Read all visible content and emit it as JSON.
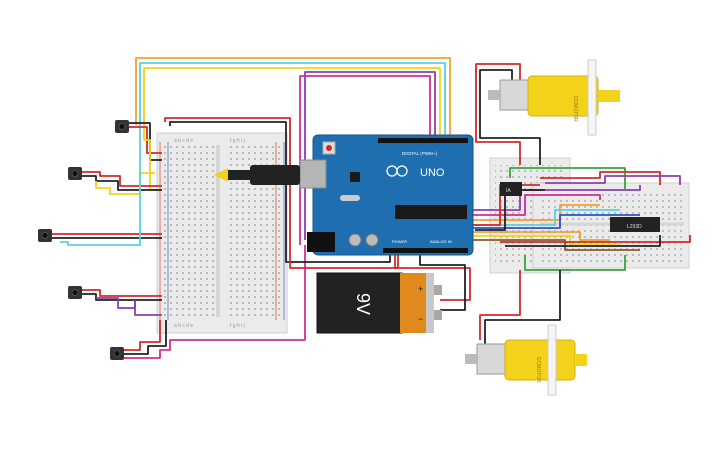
{
  "arduino": {
    "brand": "UNO",
    "digital_label": "DIGITAL (PWM~)",
    "analog_label": "ANALOG IN",
    "power_label": "POWER",
    "color": "#1f6fb0"
  },
  "battery": {
    "label": "9V",
    "plus": "+",
    "minus": "−"
  },
  "driver_chip": {
    "label": "L293D"
  },
  "small_board_chip": {
    "label": "IA"
  },
  "motor_top": {
    "label": "DCMOTOR"
  },
  "motor_bottom": {
    "label": "DCMOTOR"
  },
  "breadboard_main": {
    "col_letters_top": "a b c d e",
    "col_letters_top_right": "f g h i j",
    "col_letters_bottom": "a b c d e",
    "col_letters_bottom_right": "f g h i j"
  },
  "colors": {
    "red": "#d42a2a",
    "black": "#222222",
    "orange": "#f0a030",
    "yellow": "#f2d21b",
    "cyan": "#5ad0e0",
    "purple": "#8a3fb0",
    "magenta": "#d0308f",
    "green": "#3aa33a",
    "brown": "#8a5a2a",
    "blue": "#3050c0",
    "white": "#f0f0f0"
  }
}
